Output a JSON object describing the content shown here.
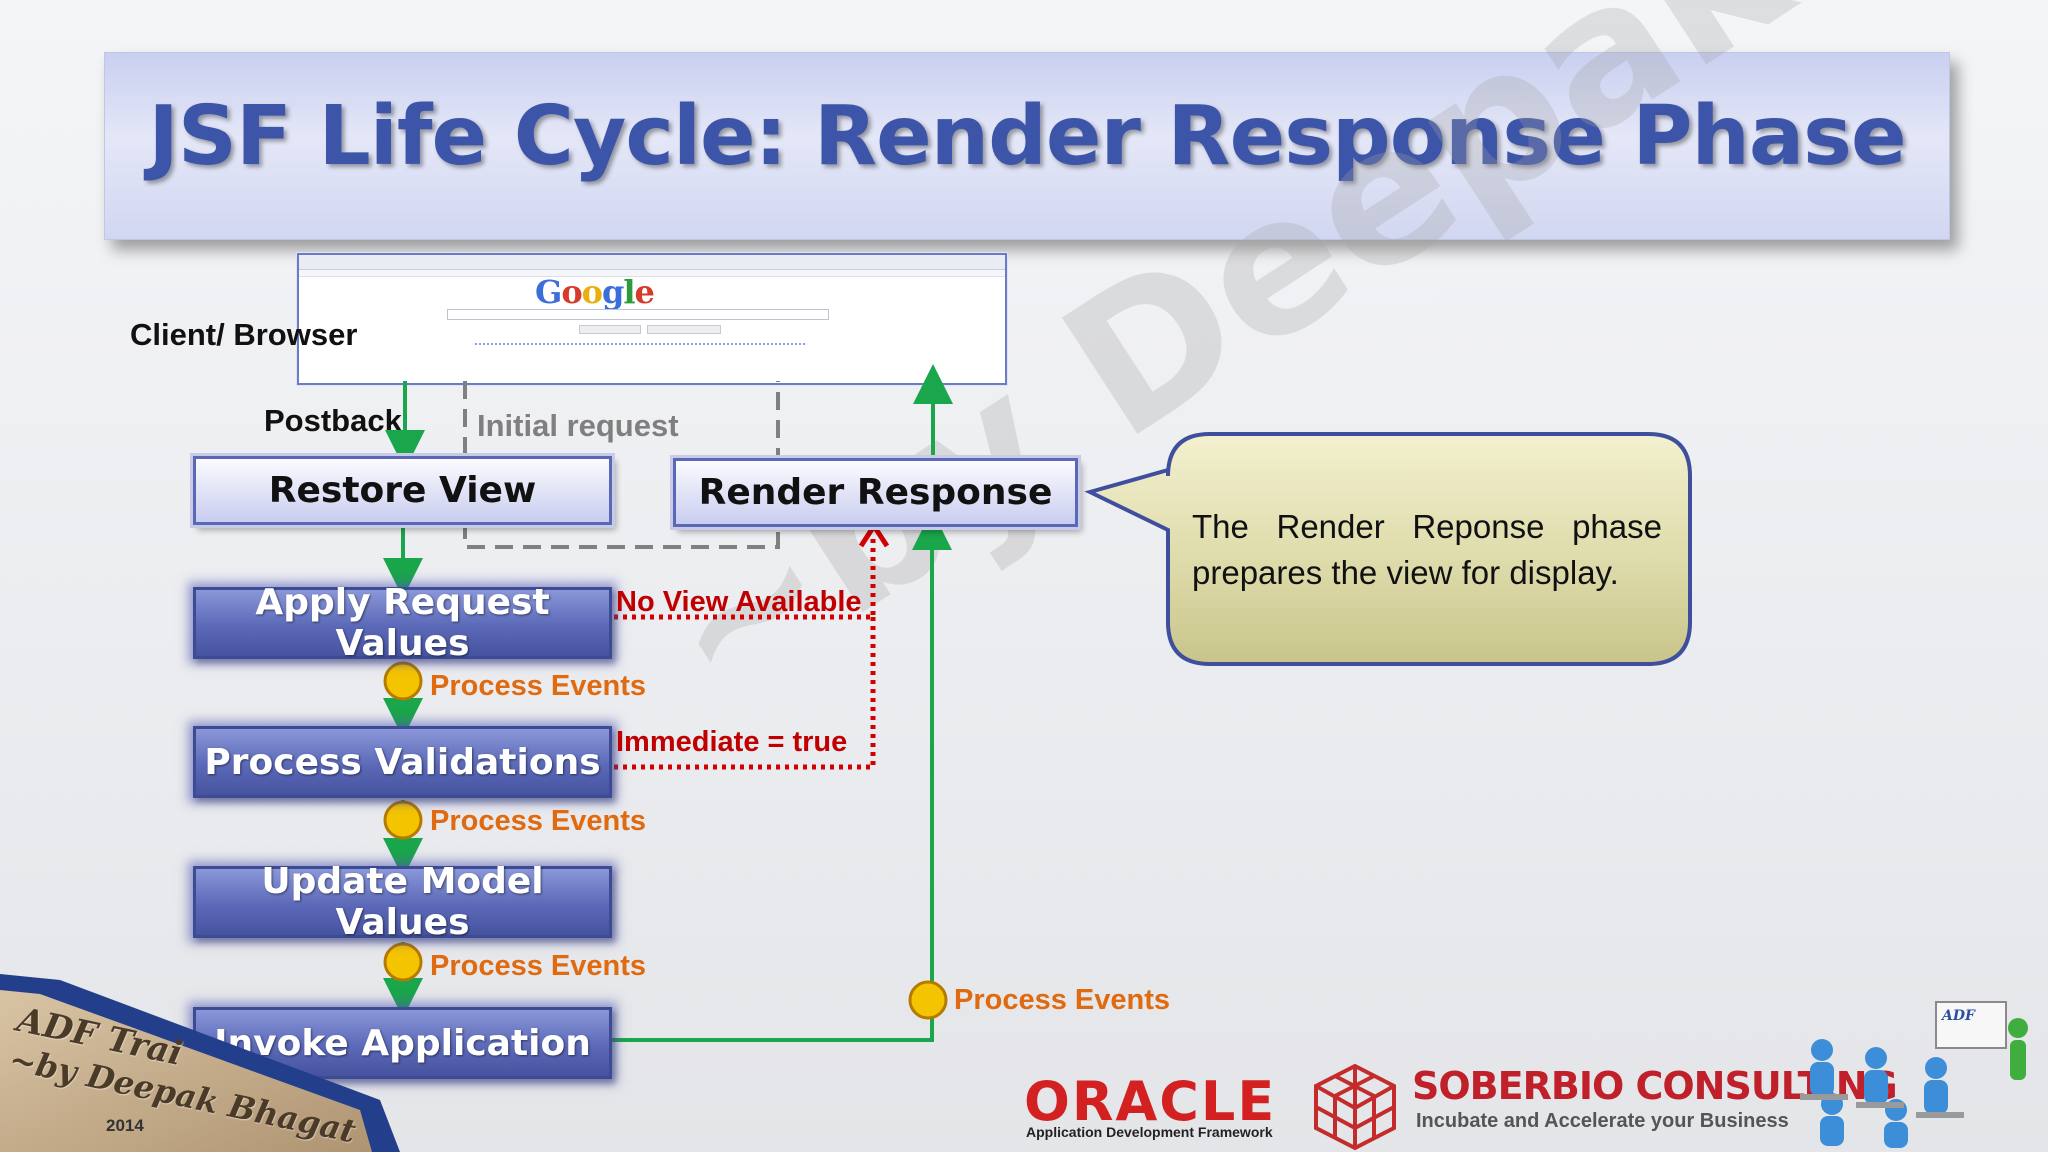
{
  "slide": {
    "title": "JSF Life Cycle: Render Response Phase",
    "watermark": "~by Deepak Bhagat"
  },
  "browser": {
    "label": "Client/ Browser",
    "logo_text": "Google",
    "logo_letter_colors": [
      "#3b6ed8",
      "#d63a2a",
      "#e8b00f",
      "#3b6ed8",
      "#2f9a3a",
      "#d63a2a"
    ]
  },
  "labels": {
    "postback": "Postback",
    "initial_request": "Initial request"
  },
  "phases": {
    "restore_view": "Restore View",
    "render_response": "Render Response",
    "apply_request_values": "Apply Request Values",
    "process_validations": "Process Validations",
    "update_model_values": "Update Model Values",
    "invoke_application": "Invoke Application"
  },
  "events": {
    "process_events": "Process Events"
  },
  "shortcuts": {
    "no_view_available": "No View Available",
    "immediate_true": "Immediate = true"
  },
  "callout": {
    "text": "The Render Reponse phase prepares the view for display."
  },
  "corner": {
    "line1": "ADF Trai",
    "line2": "~by Deepak Bhagat",
    "year": "2014"
  },
  "branding": {
    "oracle": "ORACLE",
    "oracle_sub": "Application Development Framework",
    "soberbio": "SOBERBIO CONSULTING",
    "soberbio_sub": "Incubate and Accelerate your Business",
    "adf_badge": "ADF"
  },
  "colors": {
    "title": "#3d55a8",
    "green_arrow": "#1aa64a",
    "red_dotted": "#d40000",
    "grey_dashed": "#808080",
    "process_events": "#e06a10",
    "callout_fill": "#dcd9a8",
    "callout_border": "#3f4f9e"
  }
}
